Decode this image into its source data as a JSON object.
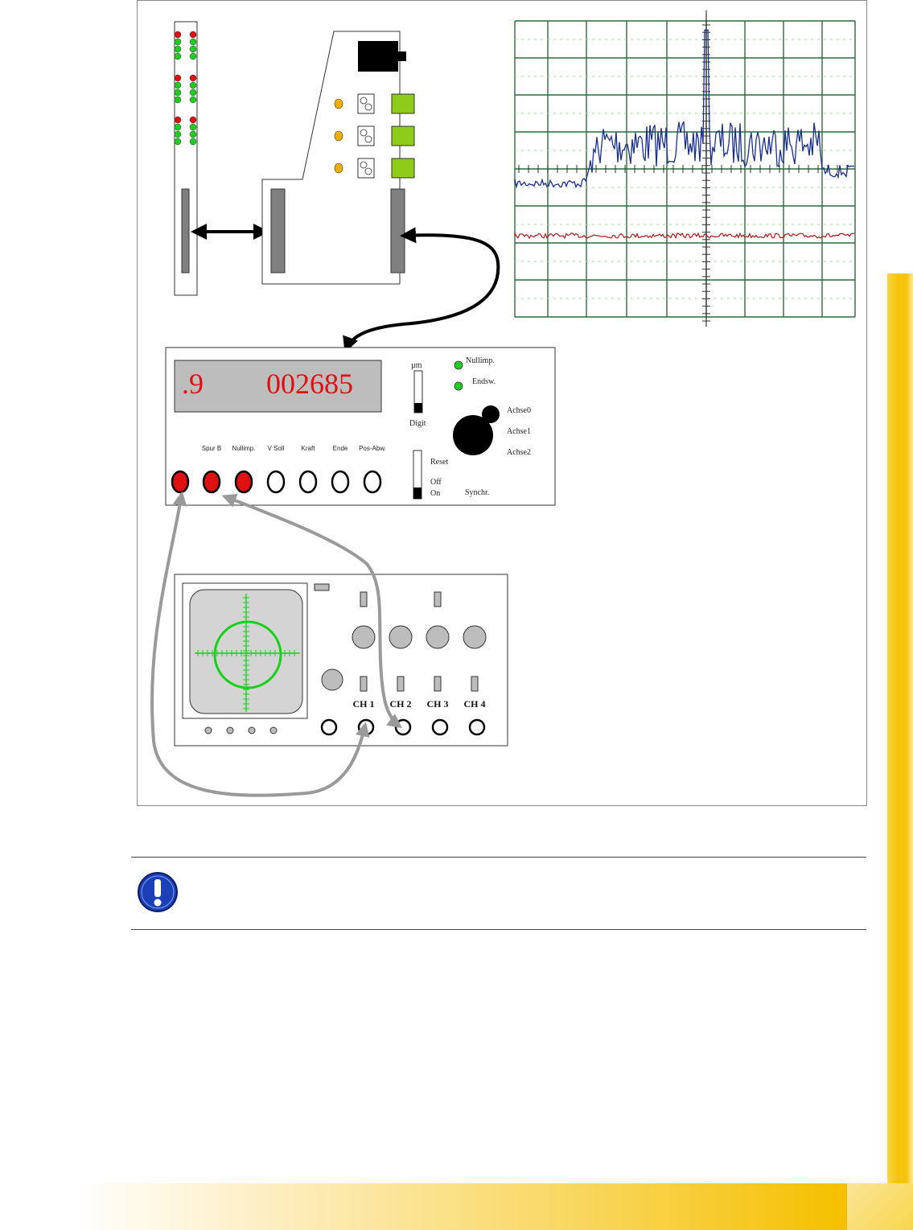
{
  "display": {
    "decimal": ".9",
    "counter": "002685",
    "unit_top": "µm",
    "unit_bottom": "Digit",
    "color": "#e01010"
  },
  "indicators": {
    "nullimp": "Nullimp.",
    "endsw": "Endsw."
  },
  "axes": {
    "a0": "Achse0",
    "a1": "Achse1",
    "a2": "Achse2"
  },
  "switches": {
    "reset": "Reset",
    "off": "Off",
    "on": "On",
    "synch": "Synchr."
  },
  "sockets": [
    "Spur B",
    "Nullimp.",
    "V Soll",
    "Kraft",
    "Ende",
    "Pos-Abw."
  ],
  "scope_channels": [
    "CH 1",
    "CH 2",
    "CH 3",
    "CH 4"
  ],
  "colors": {
    "grid": "#2d6a3c",
    "trace_blue": "#1a2f8c",
    "trace_red": "#b01818",
    "socket_active": "#e01010",
    "led_green": "#22cc22",
    "led_red": "#dd1111",
    "led_amber": "#f2b000",
    "connector_green": "#8fcc1a",
    "lissajous": "#18d018",
    "cable_gray": "#9a9a9a",
    "accent": "#f6c40a"
  },
  "note": {
    "icon": "exclamation-icon"
  }
}
